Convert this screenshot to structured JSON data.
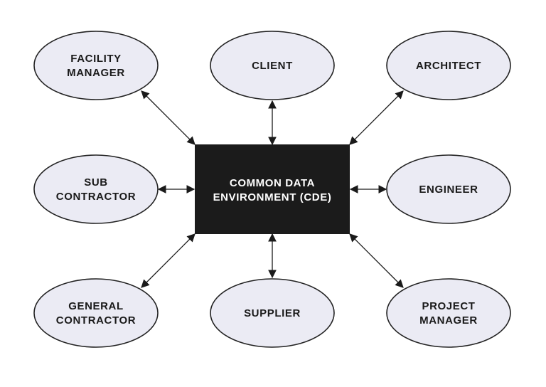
{
  "center": {
    "lines": [
      "COMMON DATA",
      "ENVIRONMENT (CDE)"
    ]
  },
  "nodes": {
    "facility_manager": {
      "lines": [
        "FACILITY",
        "MANAGER"
      ]
    },
    "client": {
      "lines": [
        "CLIENT"
      ]
    },
    "architect": {
      "lines": [
        "ARCHITECT"
      ]
    },
    "sub_contractor": {
      "lines": [
        "SUB",
        "CONTRACTOR"
      ]
    },
    "engineer": {
      "lines": [
        "ENGINEER"
      ]
    },
    "general_contractor": {
      "lines": [
        "GENERAL",
        "CONTRACTOR"
      ]
    },
    "supplier": {
      "lines": [
        "SUPPLIER"
      ]
    },
    "project_manager": {
      "lines": [
        "PROJECT",
        "MANAGER"
      ]
    }
  },
  "colors": {
    "hub": "#1b1b1b",
    "node_fill": "#ebebf4",
    "stroke": "#222222"
  }
}
